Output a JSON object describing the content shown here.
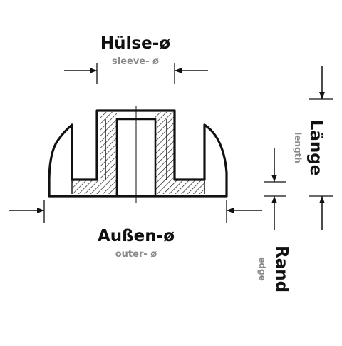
{
  "labels": {
    "sleeve_de": "Hülse-ø",
    "sleeve_en": "sleeve- ø",
    "outer_de": "Außen-ø",
    "outer_en": "outer- ø",
    "length_de": "Länge",
    "length_en": "length",
    "edge_de": "Rand",
    "edge_en": "edge"
  },
  "colors": {
    "line": "#111111",
    "secondary_text": "#8a8a8a",
    "background": "#ffffff"
  }
}
